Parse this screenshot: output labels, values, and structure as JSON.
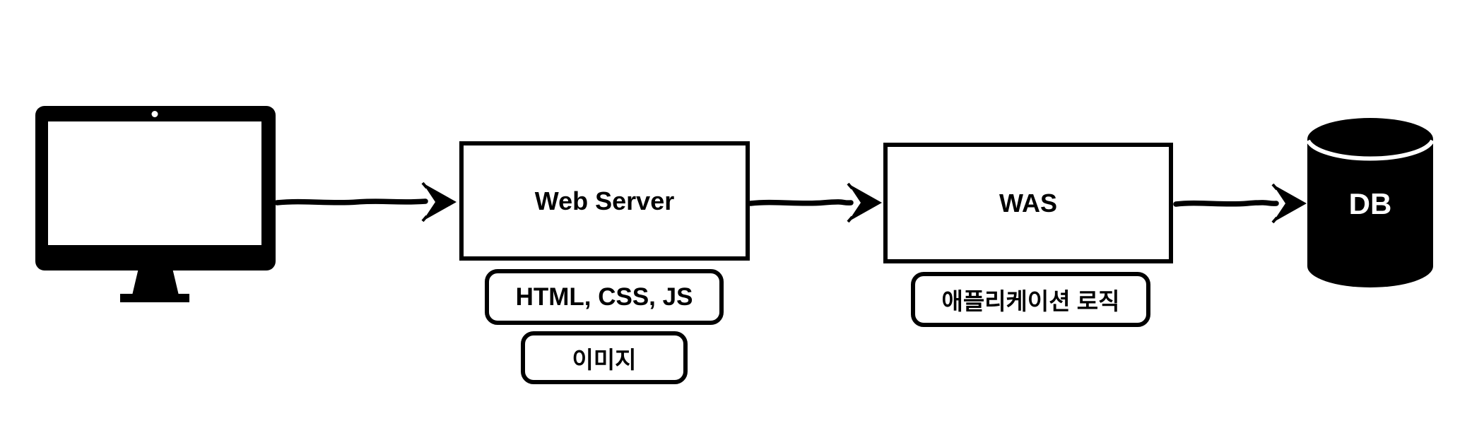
{
  "diagram": {
    "title": "web-server-was-db-architecture",
    "colors": {
      "foreground": "#000000",
      "background": "#ffffff",
      "db_text": "#ffffff"
    },
    "nodes": {
      "client": {
        "icon": "desktop-computer-icon",
        "label": ""
      },
      "web_server": {
        "label": "Web Server",
        "tags": [
          "HTML, CSS, JS",
          "이미지"
        ]
      },
      "was": {
        "label": "WAS",
        "tags": [
          "애플리케이션 로직"
        ]
      },
      "db": {
        "icon": "database-cylinder-icon",
        "label": "DB"
      }
    },
    "edges": [
      {
        "from": "client",
        "to": "web_server",
        "style": "sketchy-arrow"
      },
      {
        "from": "web_server",
        "to": "was",
        "style": "sketchy-arrow"
      },
      {
        "from": "was",
        "to": "db",
        "style": "sketchy-arrow"
      }
    ]
  }
}
